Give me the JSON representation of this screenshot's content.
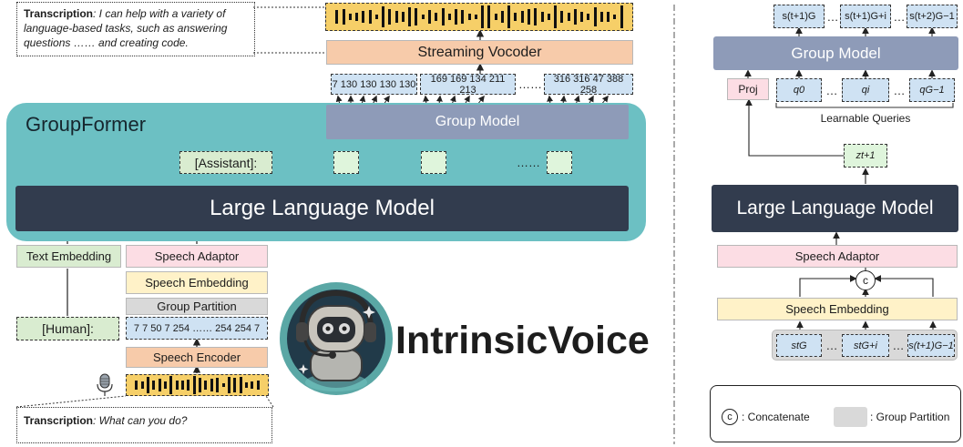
{
  "left": {
    "top_transcription": {
      "label": "Transcription",
      "text": ": I can help  with a variety of language-based tasks, such as answering questions …… and creating code."
    },
    "bottom_transcription": {
      "label": "Transcription",
      "text": ": What can you do?"
    },
    "streaming_vocoder": "Streaming Vocoder",
    "token_groups": [
      "7 130 130 130 130",
      "169 169 134 211 213",
      "316 316 47 388 258"
    ],
    "token_ellipsis": "……",
    "groupformer_title": "GroupFormer",
    "group_model": "Group Model",
    "assistant_tag": "[Assistant]:",
    "hidden_ellipsis": "……",
    "llm": "Large Language Model",
    "text_embedding": "Text Embedding",
    "speech_adaptor": "Speech Adaptor",
    "speech_embedding": "Speech Embedding",
    "group_partition": "Group Partition",
    "human_tag": "[Human]:",
    "speech_tokens": "7 7 50 7 254 …… 254 254 7",
    "speech_encoder": "Speech Encoder",
    "brand": "IntrinsicVoice",
    "colors": {
      "teal": "#6cc0c3",
      "dark": "#323c4e",
      "purple": "#8e9bb8",
      "orange": "#f7cbaa",
      "wave": "#f6cf68"
    }
  },
  "right": {
    "outputs": [
      "s(t+1)G",
      "s(t+1)G+i",
      "s(t+2)G−1"
    ],
    "outputs_ellipsis": "…",
    "group_model": "Group Model",
    "proj": "Proj",
    "queries": [
      "q0",
      "qi",
      "qG−1"
    ],
    "queries_ellipsis": "…",
    "learnable_queries": "Learnable Queries",
    "z_label": "zt+1",
    "llm": "Large Language Model",
    "speech_adaptor": "Speech Adaptor",
    "concat_symbol": "c",
    "speech_embedding": "Speech Embedding",
    "inputs": [
      "stG",
      "stG+i",
      "s(t+1)G−1"
    ],
    "inputs_ellipsis": "…",
    "legend": {
      "concat_symbol": "c",
      "concat_label": ": Concatenate",
      "partition_label": ": Group Partition"
    }
  }
}
